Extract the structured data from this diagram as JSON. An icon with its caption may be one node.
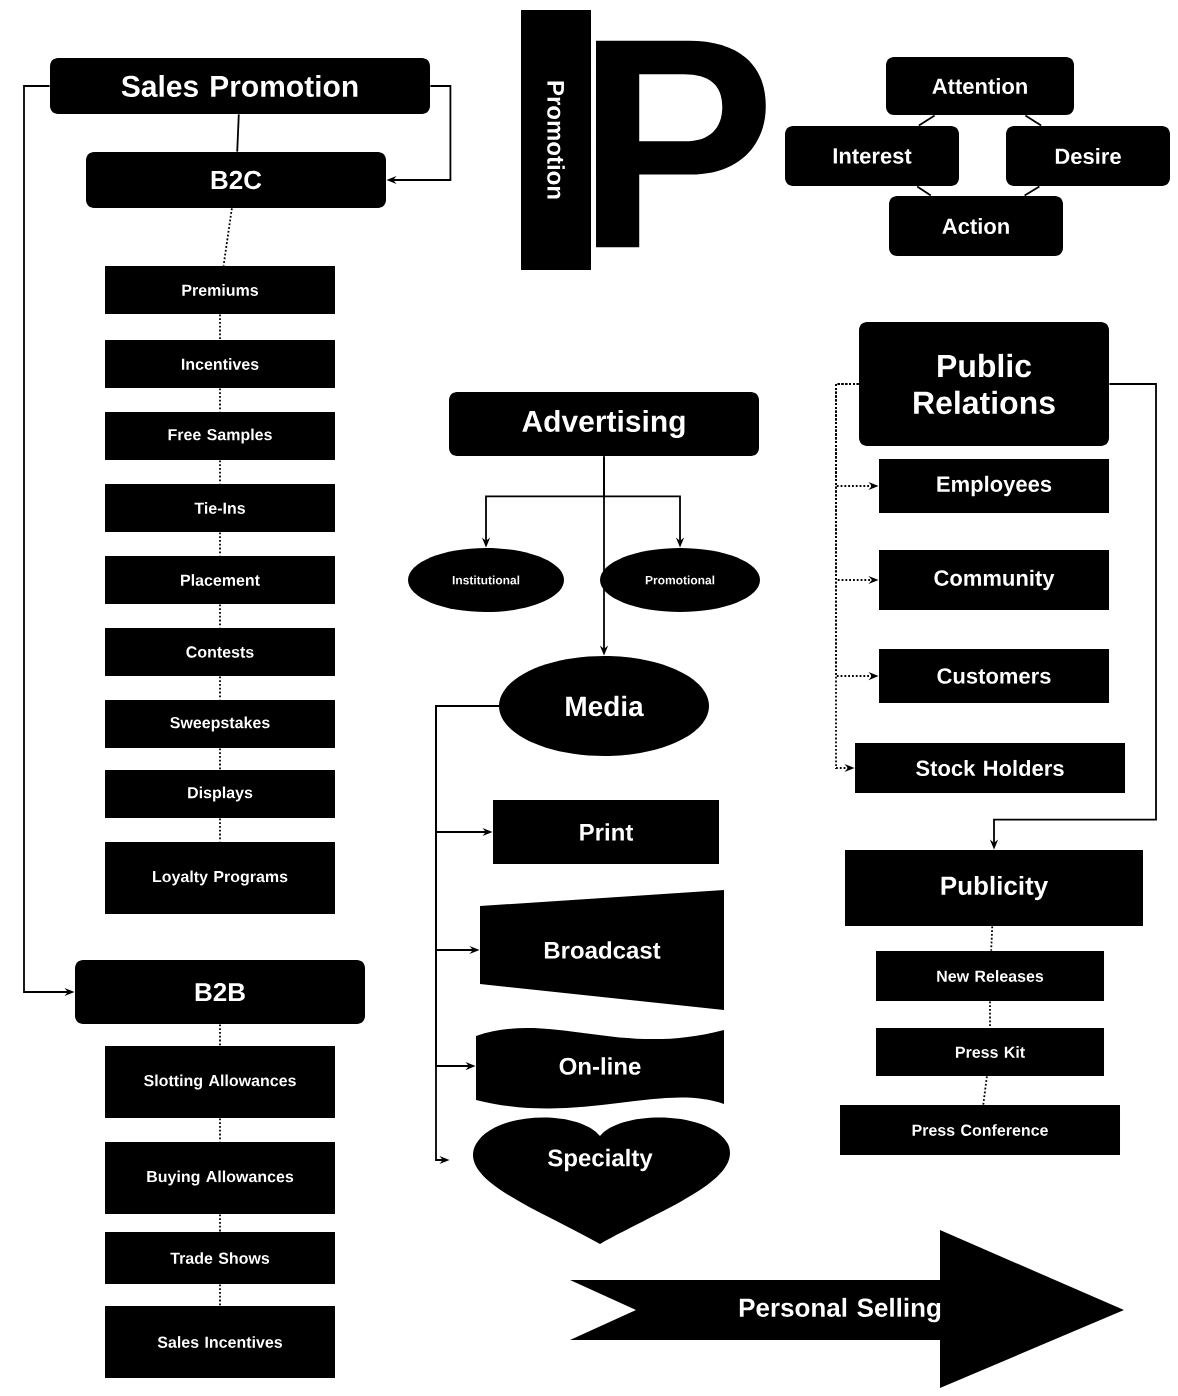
{
  "diagram": {
    "nodes": [
      {
        "text": [
          "Sales Promotion"
        ]
      },
      {
        "text": [
          "B2C"
        ]
      },
      {
        "text": [
          "Premiums"
        ]
      },
      {
        "text": [
          "Incentives"
        ]
      },
      {
        "text": [
          "Free Samples"
        ]
      },
      {
        "text": [
          "Tie-Ins"
        ]
      },
      {
        "text": [
          "Placement"
        ]
      },
      {
        "text": [
          "Contests"
        ]
      },
      {
        "text": [
          "Sweepstakes"
        ]
      },
      {
        "text": [
          "Displays"
        ]
      },
      {
        "text": [
          "Loyalty Programs"
        ]
      },
      {
        "text": [
          "B2B"
        ]
      },
      {
        "text": [
          "Slotting Allowances"
        ]
      },
      {
        "text": [
          "Buying Allowances"
        ]
      },
      {
        "text": [
          "Trade Shows"
        ]
      },
      {
        "text": [
          "Sales Incentives"
        ]
      },
      {
        "text": [
          "Promotion"
        ]
      },
      {
        "text": [
          "Attention"
        ]
      },
      {
        "text": [
          "Interest"
        ]
      },
      {
        "text": [
          "Desire"
        ]
      },
      {
        "text": [
          "Action"
        ]
      },
      {
        "text": [
          "Advertising"
        ]
      },
      {
        "text": [
          "Institutional"
        ]
      },
      {
        "text": [
          "Promotional"
        ]
      },
      {
        "text": [
          "Media"
        ]
      },
      {
        "text": [
          "Print"
        ]
      },
      {
        "text": [
          "Broadcast"
        ]
      },
      {
        "text": [
          "On-line"
        ]
      },
      {
        "text": [
          "Specialty"
        ]
      },
      {
        "text": [
          "Public Relations"
        ]
      },
      {
        "text": [
          "Employees"
        ]
      },
      {
        "text": [
          "Community"
        ]
      },
      {
        "text": [
          "Customers"
        ]
      },
      {
        "text": [
          "Stock Holders"
        ]
      },
      {
        "text": [
          "Publicity"
        ]
      },
      {
        "text": [
          "New Releases"
        ]
      },
      {
        "text": [
          "Press Kit"
        ]
      },
      {
        "text": [
          "Press Conference"
        ]
      },
      {
        "text": [
          "Personal Selling"
        ]
      }
    ],
    "edges": [
      {
        "from": 0,
        "to": 1,
        "arrow": "none"
      },
      {
        "from": 0,
        "to": 1,
        "arrow": "to"
      },
      {
        "from": 0,
        "to": 11,
        "arrow": "to"
      },
      {
        "from": 1,
        "to": 2,
        "arrow": "none",
        "style": "dashed"
      },
      {
        "from": 2,
        "to": 3,
        "arrow": "none",
        "style": "dashed"
      },
      {
        "from": 3,
        "to": 4,
        "arrow": "none",
        "style": "dashed"
      },
      {
        "from": 4,
        "to": 5,
        "arrow": "none",
        "style": "dashed"
      },
      {
        "from": 5,
        "to": 6,
        "arrow": "none",
        "style": "dashed"
      },
      {
        "from": 6,
        "to": 7,
        "arrow": "none",
        "style": "dashed"
      },
      {
        "from": 7,
        "to": 8,
        "arrow": "none",
        "style": "dashed"
      },
      {
        "from": 8,
        "to": 9,
        "arrow": "none",
        "style": "dashed"
      },
      {
        "from": 9,
        "to": 10,
        "arrow": "none",
        "style": "dashed"
      },
      {
        "from": 11,
        "to": 12,
        "arrow": "none",
        "style": "dashed"
      },
      {
        "from": 12,
        "to": 13,
        "arrow": "none",
        "style": "dashed"
      },
      {
        "from": 13,
        "to": 14,
        "arrow": "none",
        "style": "dashed"
      },
      {
        "from": 14,
        "to": 15,
        "arrow": "none",
        "style": "dashed"
      },
      {
        "from": 17,
        "to": 18,
        "arrow": "none"
      },
      {
        "from": 17,
        "to": 19,
        "arrow": "none"
      },
      {
        "from": 18,
        "to": 20,
        "arrow": "none"
      },
      {
        "from": 19,
        "to": 20,
        "arrow": "none"
      },
      {
        "from": 21,
        "to": 22,
        "arrow": "to"
      },
      {
        "from": 21,
        "to": 23,
        "arrow": "to"
      },
      {
        "from": 21,
        "to": 24,
        "arrow": "to"
      },
      {
        "from": 24,
        "to": 25,
        "arrow": "to"
      },
      {
        "from": 24,
        "to": 26,
        "arrow": "to"
      },
      {
        "from": 24,
        "to": 27,
        "arrow": "to"
      },
      {
        "from": 24,
        "to": 28,
        "arrow": "to"
      },
      {
        "from": 29,
        "to": 30,
        "arrow": "to",
        "style": "dashed"
      },
      {
        "from": 29,
        "to": 31,
        "arrow": "to",
        "style": "dashed"
      },
      {
        "from": 29,
        "to": 32,
        "arrow": "to",
        "style": "dashed"
      },
      {
        "from": 29,
        "to": 33,
        "arrow": "to",
        "style": "dashed"
      },
      {
        "from": 29,
        "to": 34,
        "arrow": "to"
      },
      {
        "from": 34,
        "to": 35,
        "arrow": "none",
        "style": "dashed"
      },
      {
        "from": 35,
        "to": 36,
        "arrow": "none",
        "style": "dashed"
      },
      {
        "from": 36,
        "to": 37,
        "arrow": "none",
        "style": "dashed"
      }
    ],
    "labels": [
      "P"
    ]
  }
}
